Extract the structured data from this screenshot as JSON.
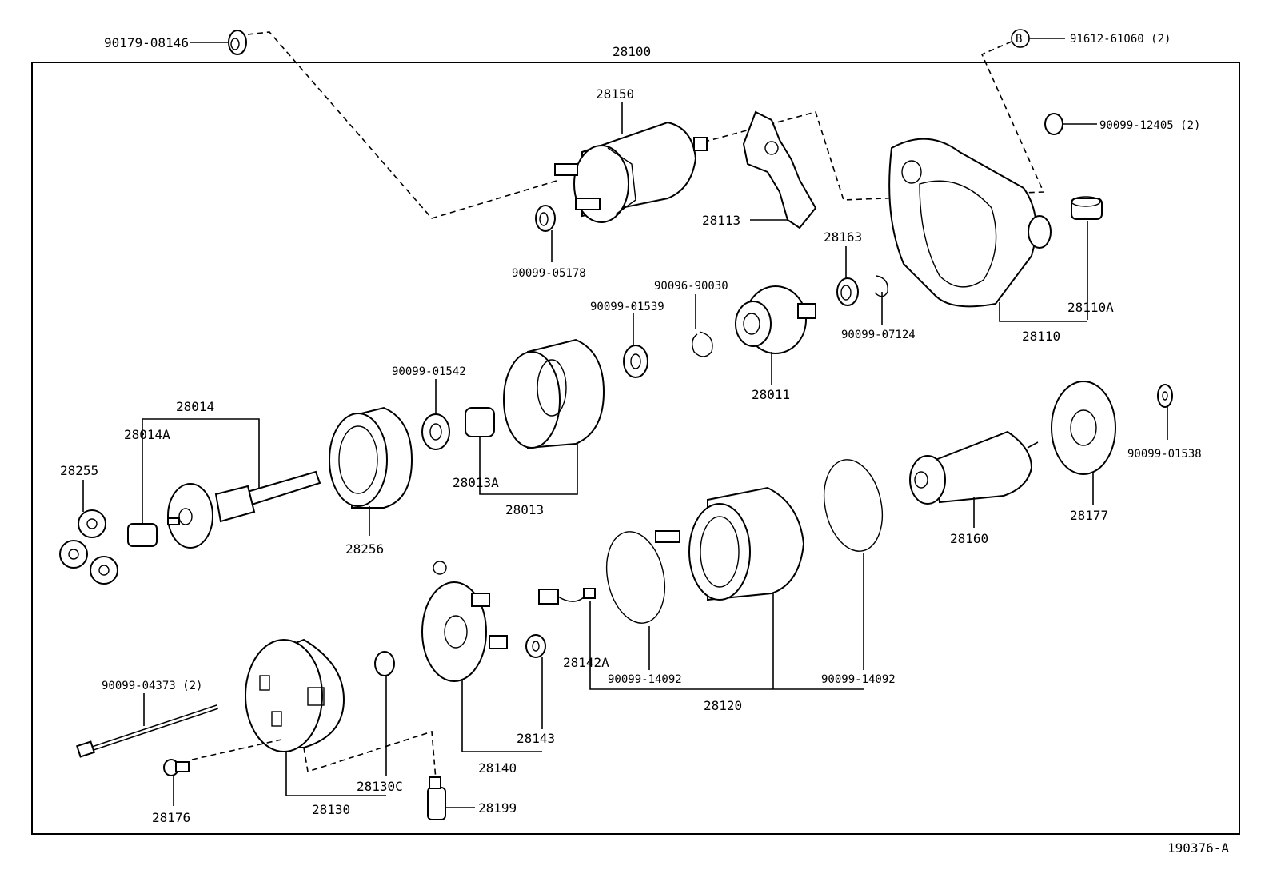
{
  "diagram": {
    "figure_code": "190376-A",
    "assembly_label": "28100",
    "labels": {
      "p90179_08146": "90179-08146",
      "p28100": "28100",
      "pB": "B",
      "p91612_61060": "91612-61060 (2)",
      "p28150": "28150",
      "p90099_12405": "90099-12405 (2)",
      "p28113": "28113",
      "p90099_05178": "90099-05178",
      "p28163": "28163",
      "p90096_90030": "90096-90030",
      "p90099_01539": "90099-01539",
      "p28110A": "28110A",
      "p90099_07124": "90099-07124",
      "p28110": "28110",
      "p90099_01542": "90099-01542",
      "p28011": "28011",
      "p28014": "28014",
      "p28014A": "28014A",
      "p28255": "28255",
      "p28013A": "28013A",
      "p28013": "28013",
      "p28256": "28256",
      "p90099_01538": "90099-01538",
      "p28177": "28177",
      "p28160": "28160",
      "p28142A": "28142A",
      "p90099_14092_a": "90099-14092",
      "p90099_14092_b": "90099-14092",
      "p28120": "28120",
      "p90099_04373": "90099-04373 (2)",
      "p28143": "28143",
      "p28140": "28140",
      "p28130C": "28130C",
      "p28199": "28199",
      "p28176": "28176",
      "p28130": "28130"
    }
  }
}
